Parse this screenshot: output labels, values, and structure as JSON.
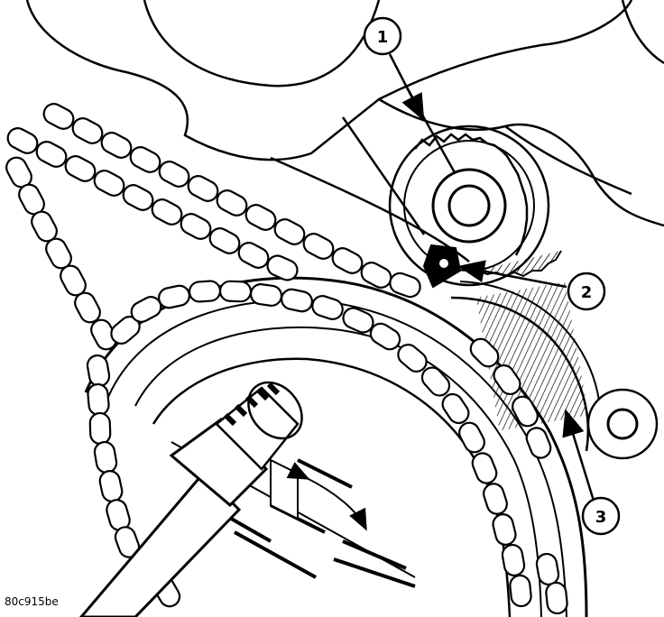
{
  "figure": {
    "id_label": "80c915be",
    "callouts": [
      {
        "number": "1"
      },
      {
        "number": "2"
      },
      {
        "number": "3"
      }
    ]
  },
  "colors": {
    "line": "#000000",
    "paper": "#ffffff"
  }
}
